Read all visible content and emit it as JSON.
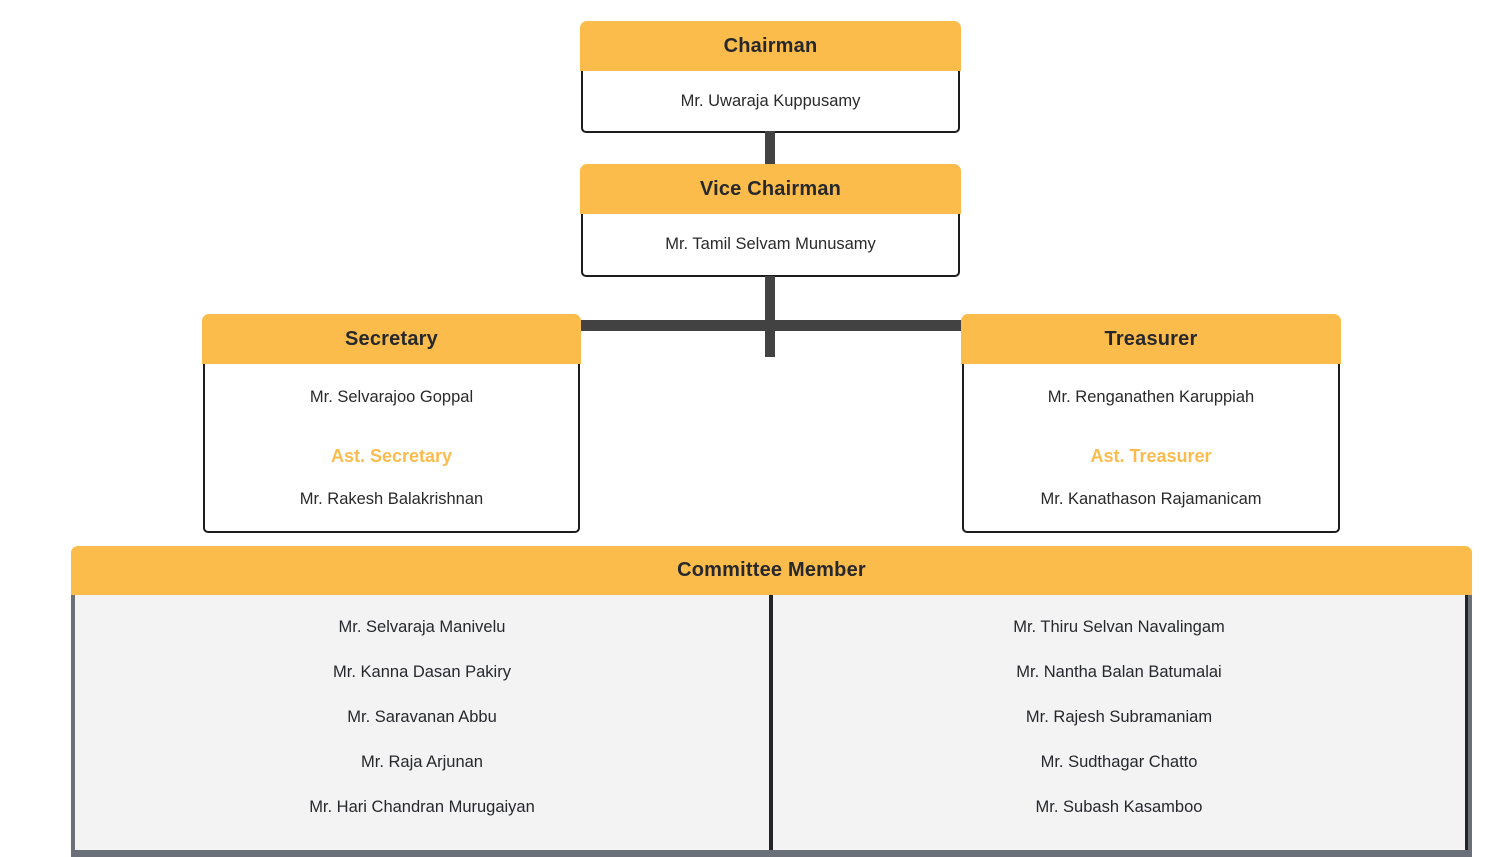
{
  "org": {
    "chairman": {
      "title": "Chairman",
      "name": "Mr. Uwaraja Kuppusamy"
    },
    "vice_chairman": {
      "title": "Vice Chairman",
      "name": "Mr. Tamil Selvam Munusamy"
    },
    "secretary": {
      "title": "Secretary",
      "name": "Mr. Selvarajoo Goppal",
      "assistant_title": "Ast. Secretary",
      "assistant_name": "Mr. Rakesh Balakrishnan"
    },
    "treasurer": {
      "title": "Treasurer",
      "name": "Mr. Renganathen Karuppiah",
      "assistant_title": "Ast. Treasurer",
      "assistant_name": "Mr. Kanathason Rajamanicam"
    },
    "committee": {
      "title": "Committee Member",
      "left": [
        "Mr. Selvaraja Manivelu",
        "Mr. Kanna Dasan Pakiry",
        "Mr. Saravanan Abbu",
        "Mr. Raja Arjunan",
        "Mr. Hari Chandran Murugaiyan"
      ],
      "right": [
        "Mr. Thiru Selvan Navalingam",
        "Mr. Nantha Balan Batumalai",
        "Mr. Rajesh Subramaniam",
        "Mr. Sudthagar Chatto",
        "Mr. Subash Kasamboo"
      ]
    }
  },
  "colors": {
    "accent_orange": "#FBBC4C",
    "assistant_text_orange": "#FBBC4D",
    "connector_gray": "#424242",
    "card_border_dark": "#1C1C1C",
    "committee_panel_bg": "#F3F3F4",
    "committee_outer_border": "#6B6F77",
    "committee_divider_dark": "#222427"
  }
}
